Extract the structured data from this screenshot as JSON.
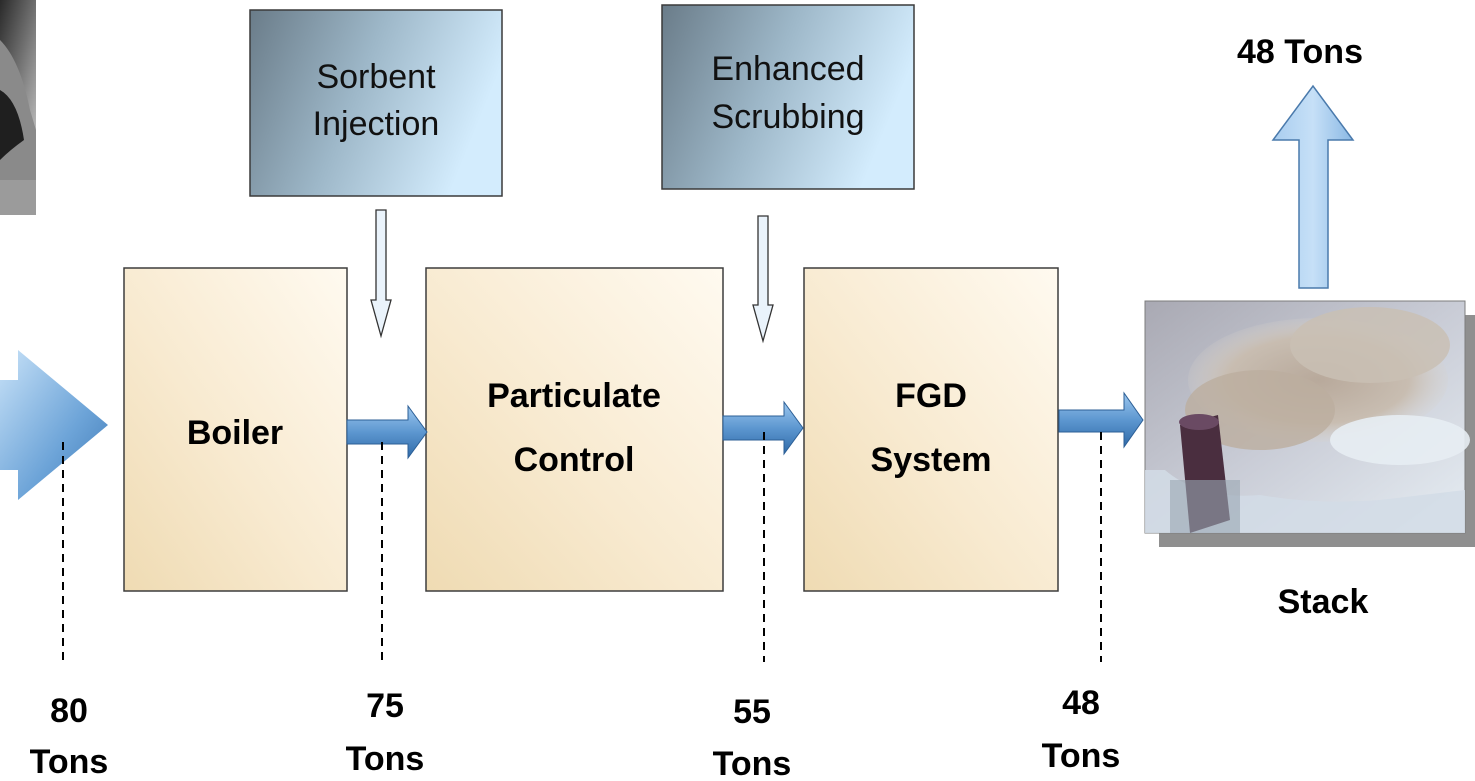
{
  "process_blocks": {
    "boiler": "Boiler",
    "particulate_line1": "Particulate",
    "particulate_line2": "Control",
    "fgd_line1": "FGD",
    "fgd_line2": "System"
  },
  "additive_boxes": {
    "sorbent_line1": "Sorbent",
    "sorbent_line2": "Injection",
    "enhanced_line1": "Enhanced",
    "enhanced_line2": "Scrubbing"
  },
  "stack": {
    "label": "Stack",
    "emission_label": "48 Tons"
  },
  "measurements": [
    {
      "value": "80",
      "unit": "Tons"
    },
    {
      "value": "75",
      "unit": "Tons"
    },
    {
      "value": "55",
      "unit": "Tons"
    },
    {
      "value": "48",
      "unit": "Tons"
    }
  ],
  "colors": {
    "block_fill_light": "#fcf4e2",
    "block_fill_dark": "#f1dfb8",
    "block_border": "#4d4d4d",
    "arrow_light": "#c3def7",
    "arrow_dark": "#3d78b5",
    "additive_dark": "#6d7f8c",
    "additive_light": "#cfe9fb"
  }
}
